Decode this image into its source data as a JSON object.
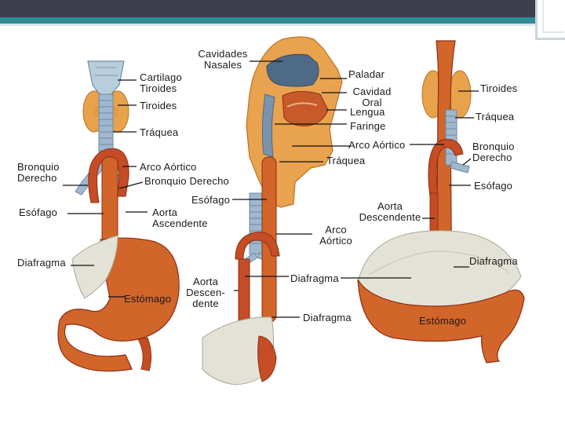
{
  "colors": {
    "organ": "#d2652a",
    "organ_dark": "#8f2e12",
    "trachea": "#9fb8cf",
    "thyroid": "#e8a24b",
    "diaphragm": "#e3e2d6",
    "skin": "#e9a24e",
    "header": "#3d3f4c",
    "accent": "#2f8a95"
  },
  "labels": {
    "left": {
      "cartilago": [
        "Cartilago",
        "Tiroides"
      ],
      "tiroides": "Tiroides",
      "traquea": "Tráquea",
      "bronquio": [
        "Bronquio",
        "Derecho"
      ],
      "arco": "Arco Aórtico",
      "bronquio_derecho": "Bronquio Derecho",
      "esofago_top": "Esófago",
      "esofago": "Esófago",
      "aorta_asc": [
        "Aorta",
        "Ascendente"
      ],
      "diafragma": "Diafragma",
      "estomago": "Estómago",
      "aorta_desc": [
        "Aorta",
        "Descen-",
        "dente"
      ]
    },
    "middle": {
      "cavidades": [
        "Cavidades",
        "Nasales"
      ],
      "paladar": "Paladar",
      "cavidad_oral": [
        "Cavidad",
        "Oral"
      ],
      "lengua": "Lengua",
      "faringe": "Faringe",
      "arco": "Arco Aórtico",
      "traquea": "Tráquea",
      "arco2": [
        "Arco",
        "Aórtico"
      ],
      "diafragma1": "Diafragma",
      "diafragma2": "Diafragma"
    },
    "right": {
      "tiroides": "Tiroides",
      "traquea": "Tráquea",
      "bronquio": [
        "Bronquio",
        "Derecho"
      ],
      "esofago": "Esófago",
      "aorta_desc": [
        "Aorta",
        "Descendente"
      ],
      "diafragma": "Diafragma",
      "estomago": "Estómago"
    }
  }
}
